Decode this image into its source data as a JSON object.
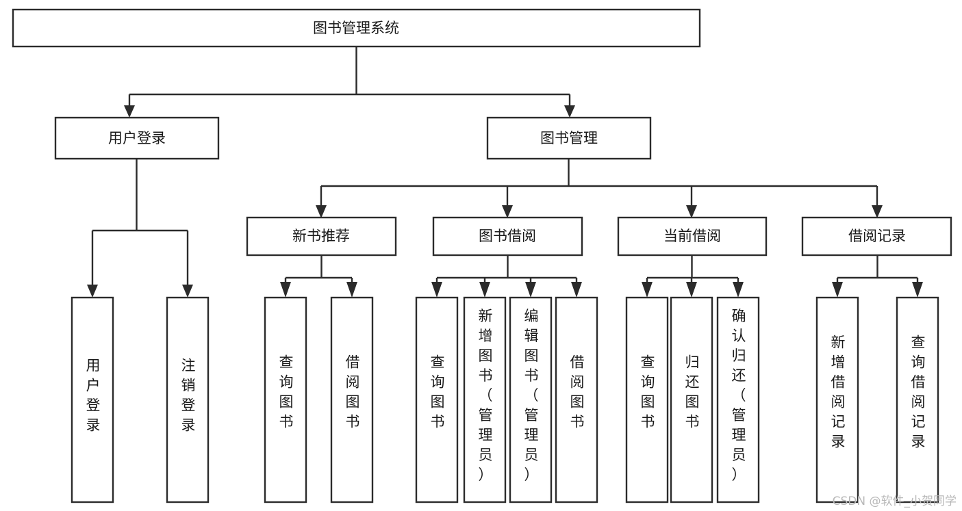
{
  "diagram": {
    "type": "tree-hierarchy",
    "title": "图书管理系统",
    "root": {
      "id": "root",
      "label": "图书管理系统",
      "orientation": "horizontal"
    },
    "level1": [
      {
        "id": "user-login",
        "label": "用户登录",
        "orientation": "horizontal"
      },
      {
        "id": "book-manage",
        "label": "图书管理",
        "orientation": "horizontal"
      }
    ],
    "level2": [
      {
        "id": "new-book-rec",
        "label": "新书推荐",
        "orientation": "horizontal"
      },
      {
        "id": "book-borrow",
        "label": "图书借阅",
        "orientation": "horizontal"
      },
      {
        "id": "current-borrow",
        "label": "当前借阅",
        "orientation": "horizontal"
      },
      {
        "id": "borrow-record",
        "label": "借阅记录",
        "orientation": "horizontal"
      }
    ],
    "leaves": {
      "user-login": [
        {
          "id": "leaf-user-login",
          "label": "用户登录",
          "orientation": "vertical"
        },
        {
          "id": "leaf-logout",
          "label": "注销登录",
          "orientation": "vertical"
        }
      ],
      "new-book-rec": [
        {
          "id": "leaf-query-book-1",
          "label": "查询图书",
          "orientation": "vertical"
        },
        {
          "id": "leaf-borrow-book-1",
          "label": "借阅图书",
          "orientation": "vertical"
        }
      ],
      "book-borrow": [
        {
          "id": "leaf-query-book-2",
          "label": "查询图书",
          "orientation": "vertical"
        },
        {
          "id": "leaf-add-book",
          "label": "新增图书（管理员）",
          "orientation": "vertical"
        },
        {
          "id": "leaf-edit-book",
          "label": "编辑图书（管理员）",
          "orientation": "vertical"
        },
        {
          "id": "leaf-borrow-book-2",
          "label": "借阅图书",
          "orientation": "vertical"
        }
      ],
      "current-borrow": [
        {
          "id": "leaf-query-book-3",
          "label": "查询图书",
          "orientation": "vertical"
        },
        {
          "id": "leaf-return-book",
          "label": "归还图书",
          "orientation": "vertical"
        },
        {
          "id": "leaf-confirm-return",
          "label": "确认归还（管理员）",
          "orientation": "vertical"
        }
      ],
      "borrow-record": [
        {
          "id": "leaf-add-record",
          "label": "新增借阅记录",
          "orientation": "vertical"
        },
        {
          "id": "leaf-query-record",
          "label": "查询借阅记录",
          "orientation": "vertical"
        }
      ]
    }
  },
  "watermark": {
    "text": "CSDN @软件_小贺同学"
  },
  "colors": {
    "stroke": "#2b2b2b",
    "fill": "#ffffff",
    "text": "#1a1a1a",
    "watermark": "#b8b8b8"
  }
}
